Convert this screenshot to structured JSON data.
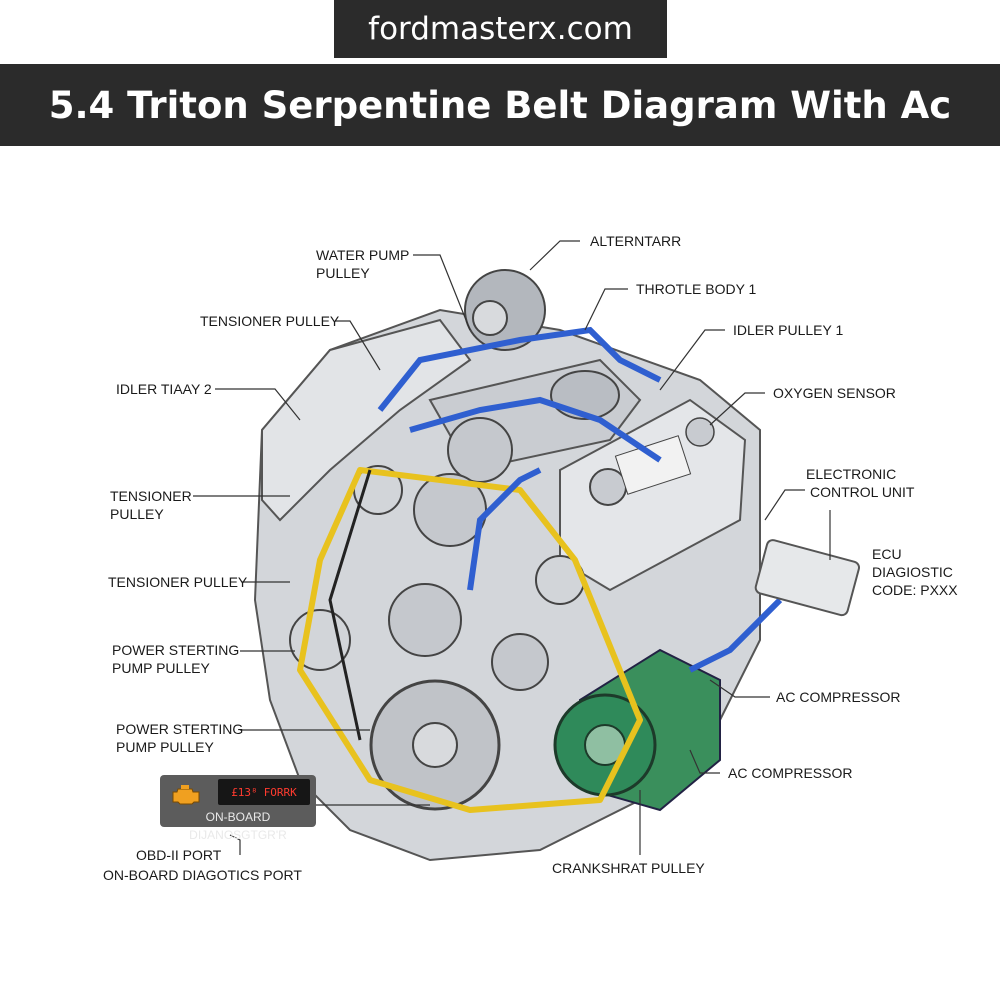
{
  "site": {
    "domain": "fordmasterx.com"
  },
  "title": "5.4 Triton Serpentine Belt Diagram With Ac",
  "labels": {
    "water_pump_pulley": [
      "WATER PUMP",
      "PULLEY"
    ],
    "alternator": "ALTERNTARR",
    "throttle_body": "THROTLE BODY 1",
    "tensioner_pulley_top": "TENSIONER PULLEY",
    "idler_pulley_1": "IDLER PULLEY 1",
    "idler_pulley_2": "IDLER TIAAY 2",
    "oxygen_sensor": "OXYGEN SENSOR",
    "electronic_control_unit": [
      "ELECTRONIC",
      "CONTROL UNIT"
    ],
    "tensioner_pulley_left": [
      "TENSIONER",
      "PULLEY"
    ],
    "ecu_code": [
      "ECU",
      "DIAGIOSTIC",
      "CODE: PXXX"
    ],
    "tensioner_pulley_mid": "TENSIONER PULLEY",
    "power_steering_1": [
      "POWER STERTING",
      "PUMP PULLEY"
    ],
    "ac_compressor_1": "AC COMPRESSOR",
    "power_steering_2": [
      "POWER STERTING",
      "PUMP PULLEY"
    ],
    "ac_compressor_2": "AC COMPRESSOR",
    "obd_port": [
      "OBD-II PORT",
      "ON-BOARD DIAGOTICS PORT"
    ],
    "crankshaft_pulley": "CRANKSHRAT PULLEY"
  },
  "obd_tool": {
    "display_code": "£13⁸",
    "display_tag": "FORRK",
    "caption": "ON-BOARD DIJANOSGTGR'R"
  },
  "colors": {
    "header_bg": "#2b2b2b",
    "belt": "#e8c21e",
    "hose": "#2f5fd0",
    "ac_compressor": "#2f8a5a",
    "engine": "#d3d6da"
  },
  "icons": [
    "check-engine-icon"
  ]
}
